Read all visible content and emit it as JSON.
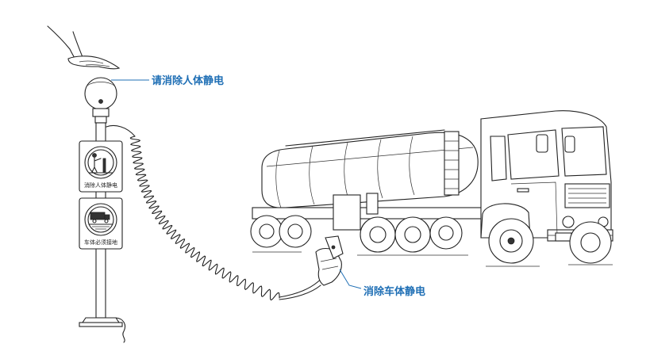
{
  "labels": {
    "human_static": "请消除人体静电",
    "vehicle_static": "消除车体静电"
  },
  "signs": {
    "top_caption": "消除人体静电",
    "bottom_caption": "车体必须接地"
  },
  "colors": {
    "label_blue": "#1f6fb5",
    "line": "#222222"
  }
}
